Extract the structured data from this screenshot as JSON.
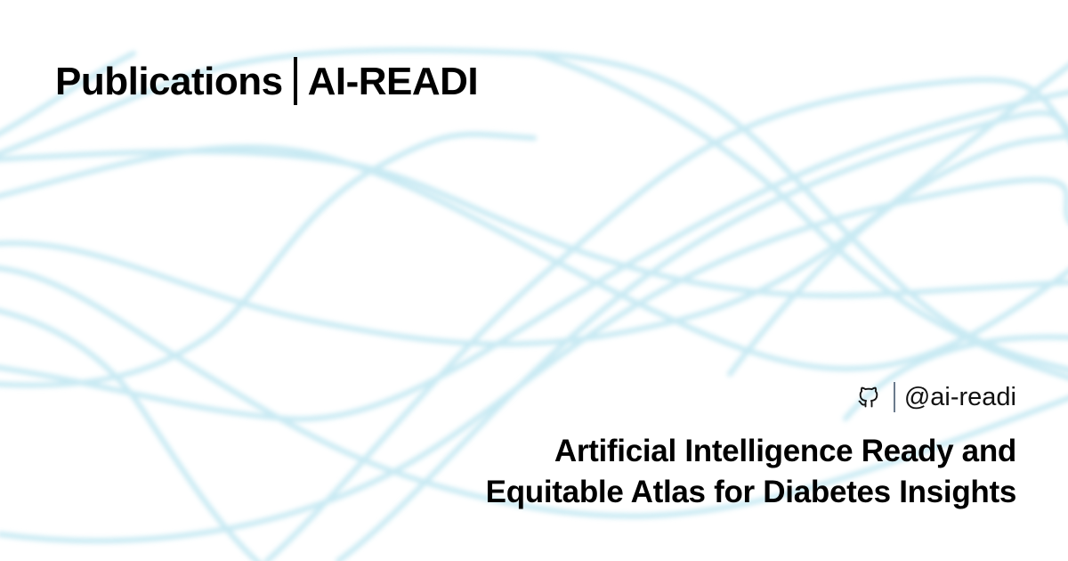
{
  "header": {
    "section": "Publications",
    "site": "AI-READI"
  },
  "social": {
    "icon": "github-icon",
    "handle": "@ai-readi"
  },
  "tagline": {
    "line1": "Artificial Intelligence Ready and",
    "line2": "Equitable Atlas for Diabetes Insights"
  },
  "colors": {
    "background": "#ffffff",
    "wave": "#bfe6f1",
    "text": "#000000",
    "divider": "#6b7a8c"
  }
}
